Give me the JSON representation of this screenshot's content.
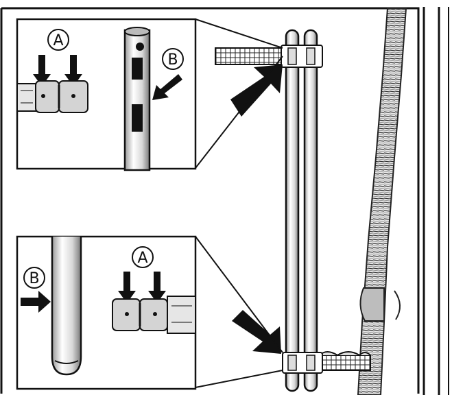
{
  "diagram": {
    "callouts": {
      "top": {
        "label_a": "A",
        "label_b": "B"
      },
      "bottom": {
        "label_a": "A",
        "label_b": "B"
      }
    },
    "colors": {
      "ink": "#111111",
      "paper": "#ffffff",
      "marker": "#111111",
      "tube_shade": "#cfcfcf",
      "hose_shade": "#bdbdbd"
    },
    "icons": [
      "arrow-down-icon",
      "arrow-left-icon",
      "arrow-right-icon",
      "clamp-icon",
      "tube-icon",
      "corrugated-hose-icon"
    ]
  }
}
